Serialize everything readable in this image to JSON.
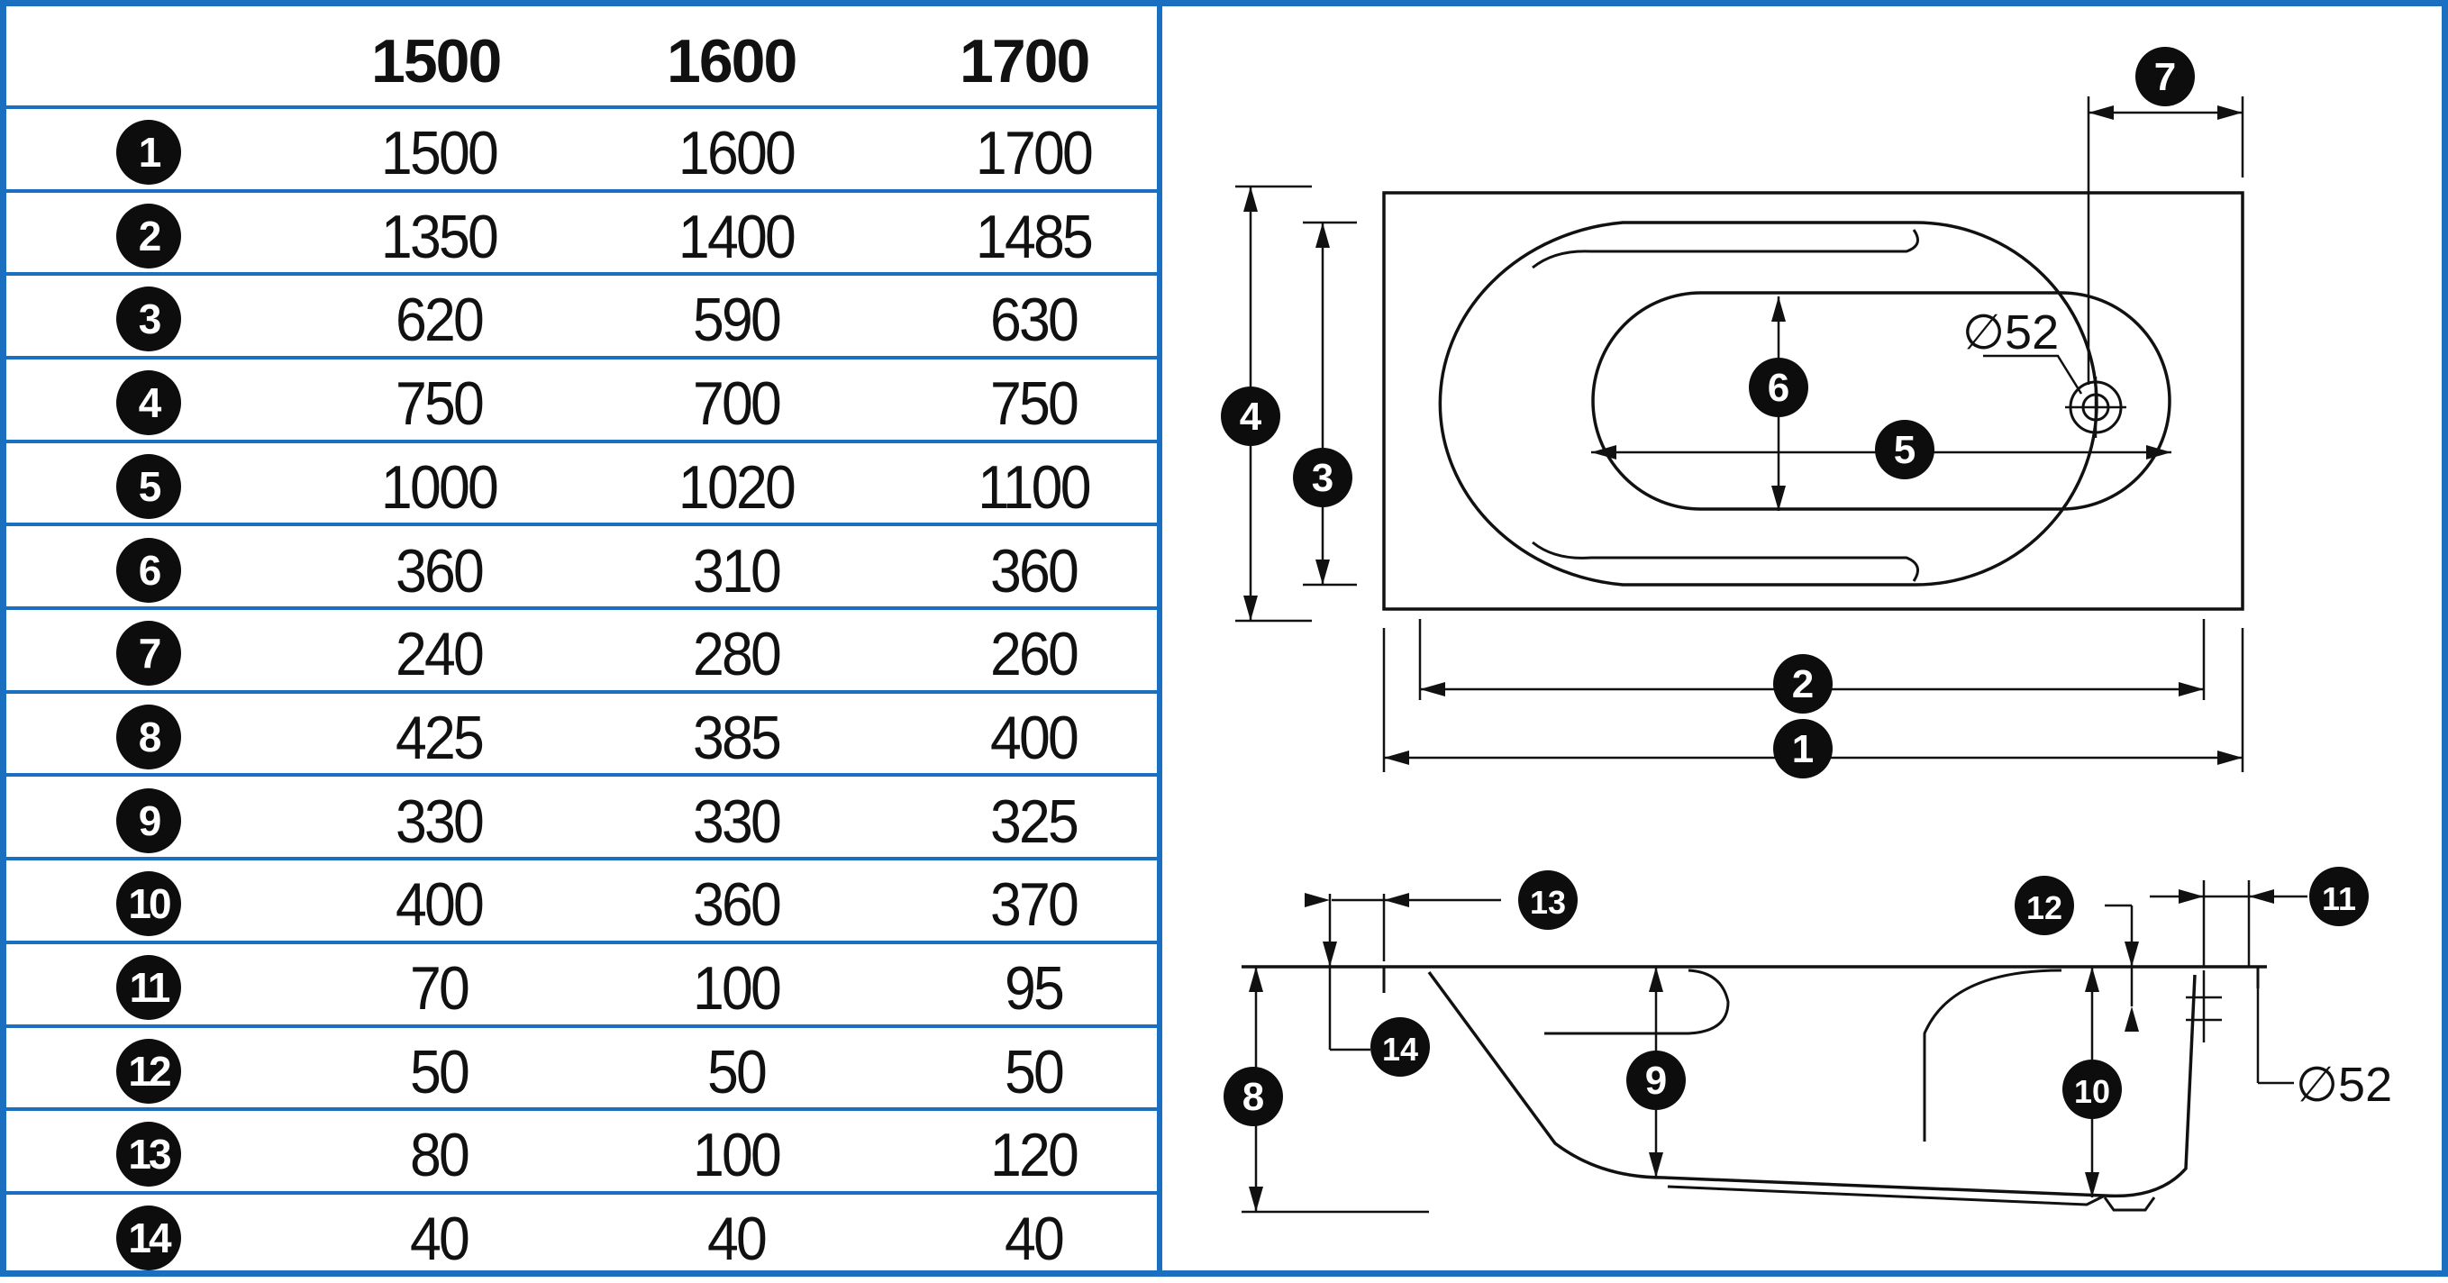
{
  "table": {
    "columns": [
      "1500",
      "1600",
      "1700"
    ],
    "rows": [
      {
        "marker": "1",
        "values": [
          "1500",
          "1600",
          "1700"
        ]
      },
      {
        "marker": "2",
        "values": [
          "1350",
          "1400",
          "1485"
        ]
      },
      {
        "marker": "3",
        "values": [
          "620",
          "590",
          "630"
        ]
      },
      {
        "marker": "4",
        "values": [
          "750",
          "700",
          "750"
        ]
      },
      {
        "marker": "5",
        "values": [
          "1000",
          "1020",
          "1100"
        ]
      },
      {
        "marker": "6",
        "values": [
          "360",
          "310",
          "360"
        ]
      },
      {
        "marker": "7",
        "values": [
          "240",
          "280",
          "260"
        ]
      },
      {
        "marker": "8",
        "values": [
          "425",
          "385",
          "400"
        ]
      },
      {
        "marker": "9",
        "values": [
          "330",
          "330",
          "325"
        ]
      },
      {
        "marker": "10",
        "values": [
          "400",
          "360",
          "370"
        ]
      },
      {
        "marker": "11",
        "values": [
          "70",
          "100",
          "95"
        ]
      },
      {
        "marker": "12",
        "values": [
          "50",
          "50",
          "50"
        ]
      },
      {
        "marker": "13",
        "values": [
          "80",
          "100",
          "120"
        ]
      },
      {
        "marker": "14",
        "values": [
          "40",
          "40",
          "40"
        ]
      }
    ]
  },
  "drawing": {
    "top_view": {
      "drain_label": "∅52",
      "markers": [
        "1",
        "2",
        "3",
        "4",
        "5",
        "6",
        "7"
      ]
    },
    "side_view": {
      "overflow_label": "∅52",
      "markers": [
        "8",
        "9",
        "10",
        "11",
        "12",
        "13",
        "14"
      ]
    }
  },
  "colors": {
    "border_blue": "#1a6fc0",
    "ink": "#111111",
    "marker_fill": "#0d0d0d"
  }
}
